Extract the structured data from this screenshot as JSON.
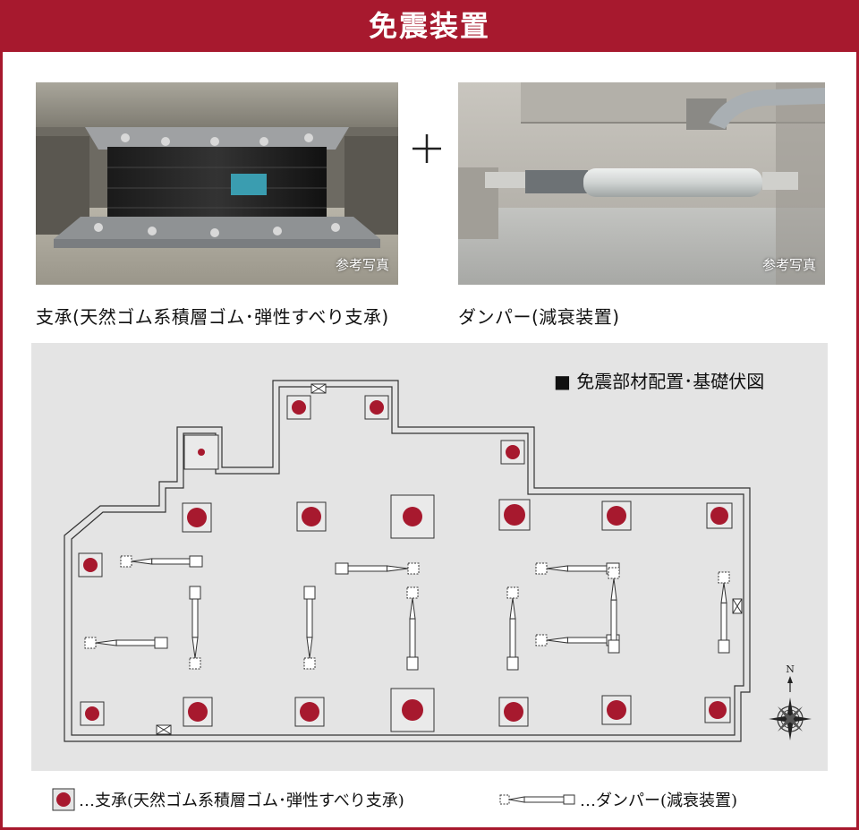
{
  "header": {
    "title": "免震装置"
  },
  "photos": {
    "bearing": {
      "badge": "参考写真",
      "caption": "支承(天然ゴム系積層ゴム･弾性すべり支承)"
    },
    "damper": {
      "badge": "参考写真",
      "caption": "ダンパー(減衰装置)"
    }
  },
  "plan": {
    "title": "■ 免震部材配置･基礎伏図",
    "compass_label": "N"
  },
  "legend": {
    "bearing_text": "…支承(天然ゴム系積層ゴム･弾性すべり支承)",
    "damper_text": "…ダンパー(減衰装置)"
  },
  "colors": {
    "frame": "#a7192e",
    "bearing_dot": "#a7192e",
    "plan_bg": "#e4e4e4"
  }
}
